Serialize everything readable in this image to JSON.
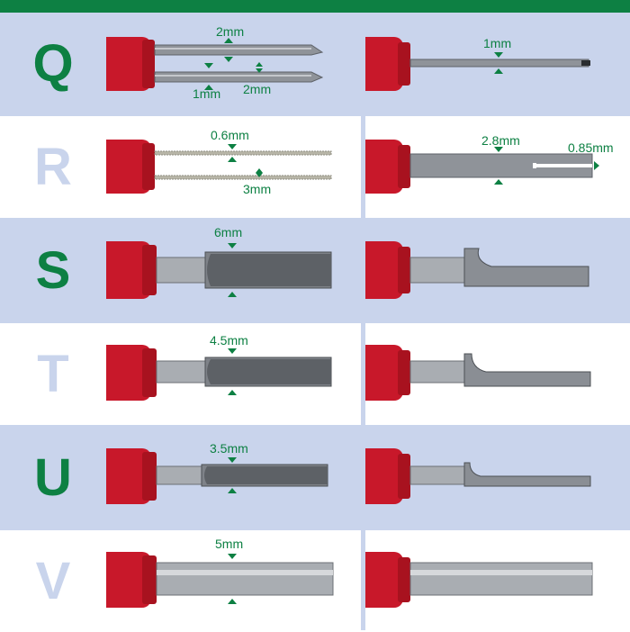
{
  "colors": {
    "accent": "#0d8043",
    "band": "#c9d4ec",
    "handle": "#c8182a",
    "steel": "#8f9399"
  },
  "rows": [
    {
      "letter": "Q",
      "labels": {
        "gap": "2mm",
        "inner": "1mm",
        "outer": "2mm",
        "tip": "1mm"
      }
    },
    {
      "letter": "R",
      "labels": {
        "thin": "0.6mm",
        "spacing": "3mm",
        "blade": "2.8mm",
        "slot": "0.85mm"
      }
    },
    {
      "letter": "S",
      "labels": {
        "tube": "6mm"
      }
    },
    {
      "letter": "T",
      "labels": {
        "tube": "4.5mm"
      }
    },
    {
      "letter": "U",
      "labels": {
        "tube": "3.5mm"
      }
    },
    {
      "letter": "V",
      "labels": {
        "tube": "5mm"
      }
    }
  ],
  "icons": {
    "handle": "red-handle-icon",
    "marker": "arrow-marker-icon"
  }
}
